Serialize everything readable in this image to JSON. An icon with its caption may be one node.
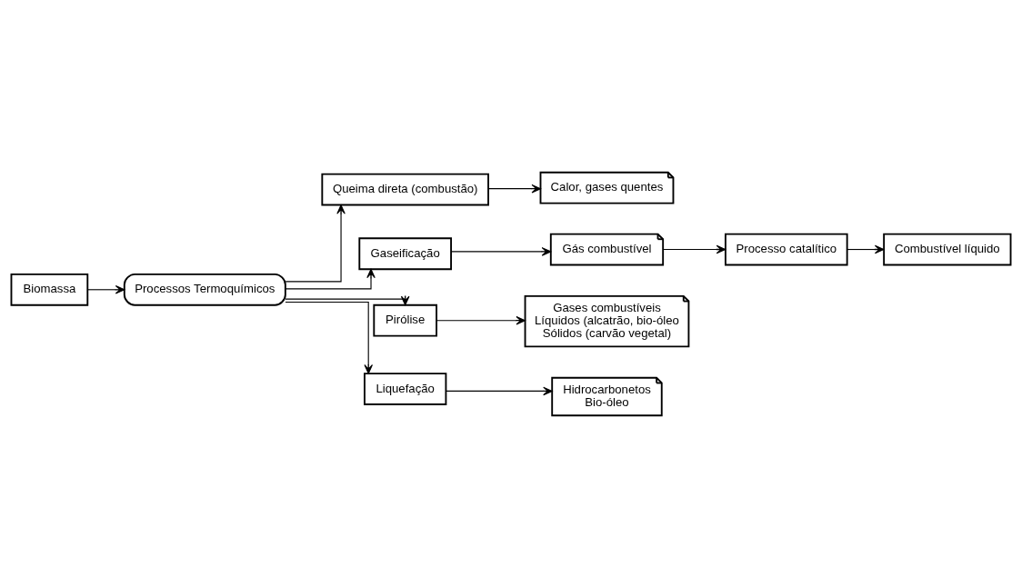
{
  "diagram": {
    "nodes": [
      {
        "text": [
          "Biomassa"
        ]
      },
      {
        "text": [
          "Processos Termoquímicos"
        ]
      },
      {
        "text": [
          "Queima direta (combustão)"
        ]
      },
      {
        "text": [
          "Calor, gases quentes"
        ]
      },
      {
        "text": [
          "Gaseificação"
        ]
      },
      {
        "text": [
          "Gás combustível"
        ]
      },
      {
        "text": [
          "Processo catalítico"
        ]
      },
      {
        "text": [
          "Combustível líquido"
        ]
      },
      {
        "text": [
          "Pirólise"
        ]
      },
      {
        "text": [
          "Gases combustíveis",
          "Líquidos (alcatrão, bio-óleo",
          "Sólidos (carvão vegetal)"
        ]
      },
      {
        "text": [
          "Liquefação"
        ]
      },
      {
        "text": [
          "Hidrocarbonetos",
          "Bio-óleo"
        ]
      }
    ],
    "edges": [
      {
        "from": 0,
        "to": 1,
        "arrow": "to"
      },
      {
        "from": 1,
        "to": 2,
        "arrow": "to"
      },
      {
        "from": 1,
        "to": 4,
        "arrow": "to"
      },
      {
        "from": 1,
        "to": 8,
        "arrow": "to"
      },
      {
        "from": 1,
        "to": 10,
        "arrow": "to"
      },
      {
        "from": 2,
        "to": 3,
        "arrow": "to"
      },
      {
        "from": 4,
        "to": 5,
        "arrow": "to"
      },
      {
        "from": 5,
        "to": 6,
        "arrow": "to"
      },
      {
        "from": 6,
        "to": 7,
        "arrow": "to"
      },
      {
        "from": 8,
        "to": 9,
        "arrow": "to"
      },
      {
        "from": 10,
        "to": 11,
        "arrow": "to"
      }
    ]
  }
}
